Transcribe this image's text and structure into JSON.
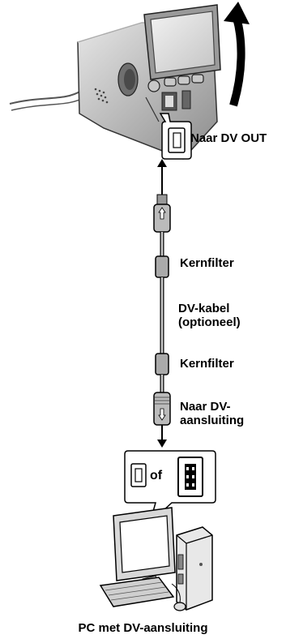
{
  "labels": {
    "dv_out": "Naar DV OUT",
    "core_filter_top": "Kernfilter",
    "cable_line1": "DV-kabel",
    "cable_line2": "(optioneel)",
    "core_filter_bottom": "Kernfilter",
    "dv_connector_line1": "Naar DV-",
    "dv_connector_line2": "aansluiting",
    "or": "of",
    "caption": "PC met DV-aansluiting"
  }
}
